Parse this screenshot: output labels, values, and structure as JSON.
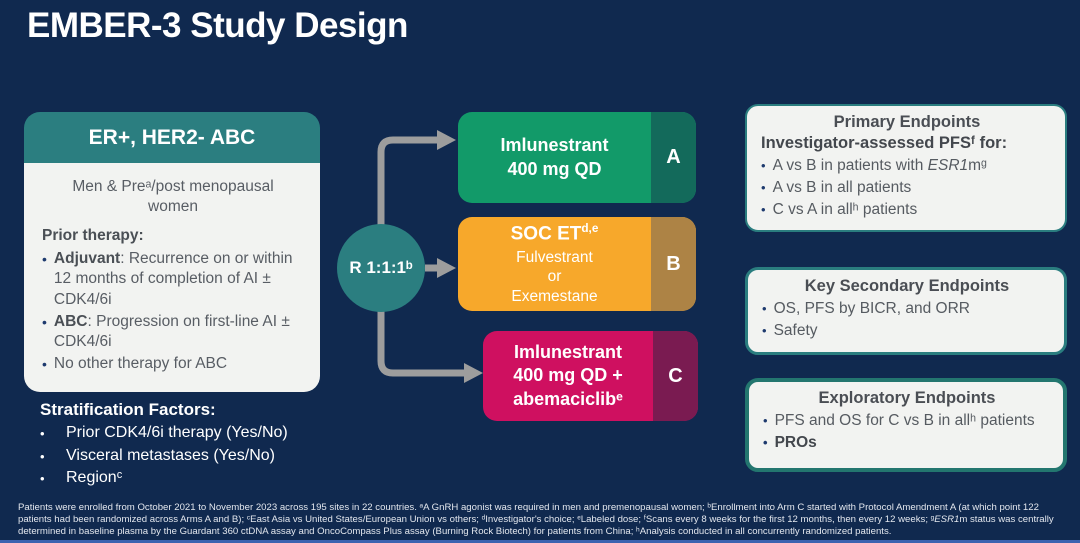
{
  "title": "EMBER-3 Study Design",
  "colors": {
    "background_navy": "#10294f",
    "teal_accent": "#2b7e80",
    "panel_fill": "#f2f3f1",
    "arm_a_green": "#129a69",
    "arm_a_tab": "#136a5b",
    "arm_b_orange": "#f7a82b",
    "arm_b_tab": "#ad8345",
    "arm_c_magenta": "#cf1060",
    "arm_c_tab": "#7a1b51",
    "arrow_gray": "#9d9d9d",
    "bottom_strip_blue": "#3c63b0"
  },
  "patient_card": {
    "header": "ER+, HER2- ABC",
    "population": "Men & Preᵃ/post menopausal women",
    "prior_therapy_label": "Prior therapy:",
    "bullets": [
      {
        "lead": "Adjuvant",
        "rest": ": Recurrence on or within 12 months of completion of AI ± CDK4/6i"
      },
      {
        "lead": "ABC",
        "rest": ": Progression on first-line AI ± CDK4/6i"
      },
      {
        "lead": "",
        "rest": "No other therapy for ABC"
      }
    ]
  },
  "stratification": {
    "label": "Stratification Factors:",
    "items": [
      "Prior CDK4/6i therapy (Yes/No)",
      "Visceral metastases (Yes/No)",
      "Regionᶜ"
    ]
  },
  "randomization": {
    "label": "R 1:1:1ᵇ"
  },
  "arms": [
    {
      "letter": "A",
      "lines": [
        "Imlunestrant",
        "400 mg QD"
      ]
    },
    {
      "letter": "B",
      "title": "SOC ET",
      "title_sup": "d,e",
      "lines": [
        "Fulvestrant",
        "or",
        "Exemestane"
      ]
    },
    {
      "letter": "C",
      "lines": [
        "Imlunestrant",
        "400 mg QD +",
        "abemaciclibᵉ"
      ]
    }
  ],
  "endpoints": {
    "primary": {
      "title": "Primary Endpoints",
      "subtitle": "Investigator-assessed PFSᶠ for:",
      "bullet1_pre": "A vs B in patients with ",
      "bullet1_italic": "ESR1",
      "bullet1_post": "mᵍ",
      "bullet2": "A vs B in all patients",
      "bullet3": "C vs A in allʰ patients"
    },
    "secondary": {
      "title": "Key Secondary Endpoints",
      "bullet1": "OS, PFS by BICR, and ORR",
      "bullet2": "Safety"
    },
    "exploratory": {
      "title": "Exploratory Endpoints",
      "bullet1": "PFS and OS for C vs B in allʰ patients",
      "bullet2": "PROs"
    }
  },
  "footnote": {
    "part1": "Patients were enrolled from October 2021 to November 2023 across 195 sites in 22 countries. ᵃA GnRH agonist was required in men and premenopausal women; ᵇEnrollment into Arm C started with Protocol Amendment A (at which point 122 patients had been randomized across Arms A and B); ᶜEast Asia vs United States/European Union vs others; ᵈInvestigator's choice; ᵉLabeled dose; ᶠScans every 8 weeks for the first 12 months, then every 12 weeks; ᵍ",
    "italic": "ESR1",
    "part2": "m status was centrally determined in baseline plasma by the Guardant 360 ctDNA assay and OncoCompass Plus assay (Burning Rock Biotech) for patients from China; ʰAnalysis conducted in all concurrently randomized patients."
  }
}
